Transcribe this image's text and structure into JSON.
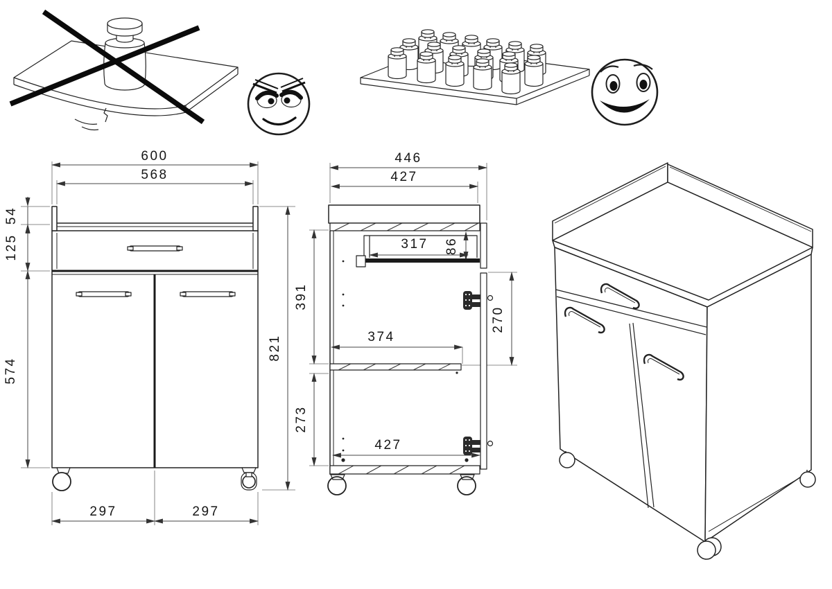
{
  "page": {
    "background": "#ffffff",
    "ink": "#222222"
  },
  "load_warning": {
    "incorrect": {
      "illustration": "single-heavy-weight-bending-shelf",
      "overlay_icon": "cross-out-x",
      "face_icon": "angry-face"
    },
    "correct": {
      "illustration": "distributed-small-weights-on-shelf",
      "face_icon": "happy-face"
    }
  },
  "front_view": {
    "dims": {
      "total_width": "600",
      "inner_width": "568",
      "rail_height": "54",
      "drawer_height": "125",
      "door_height": "574",
      "overall_height": "821",
      "left_door_width": "297",
      "right_door_width": "297"
    }
  },
  "side_view": {
    "dims": {
      "total_depth": "446",
      "top_depth": "427",
      "drawer_depth": "317",
      "drawer_side_height": "86",
      "upper_cavity_height": "391",
      "door_hinge_span": "270",
      "shelf_depth": "374",
      "lower_cavity_height": "273",
      "bottom_depth": "427"
    }
  }
}
